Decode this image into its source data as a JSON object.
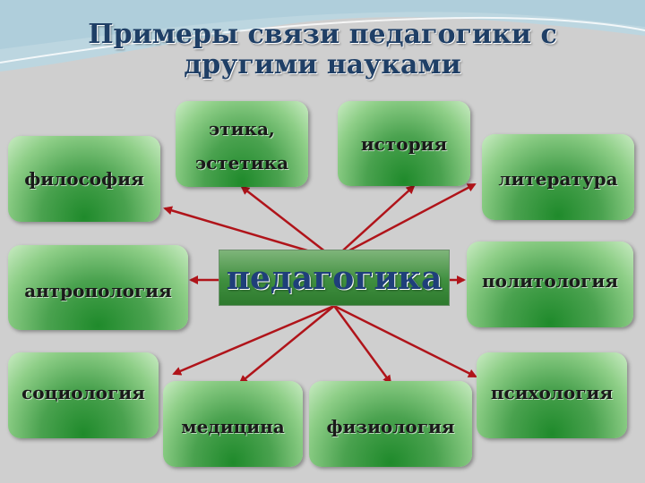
{
  "title": "Примеры связи педагогики с другими науками",
  "center": "педагогика",
  "nodes": {
    "philosophy": "философия",
    "ethics": "этика,",
    "aesthetics": "эстетика",
    "history": "история",
    "literature": "литература",
    "anthropology": "антропология",
    "politology": "политология",
    "sociology": "социология",
    "medicine": "медицина",
    "physiology": "физиология",
    "psychology": "психология"
  },
  "colors": {
    "arrow": "#b0141a",
    "title": "#1f3f66",
    "center_text": "#1f3f7a",
    "node_green": "#1f8a2b"
  }
}
